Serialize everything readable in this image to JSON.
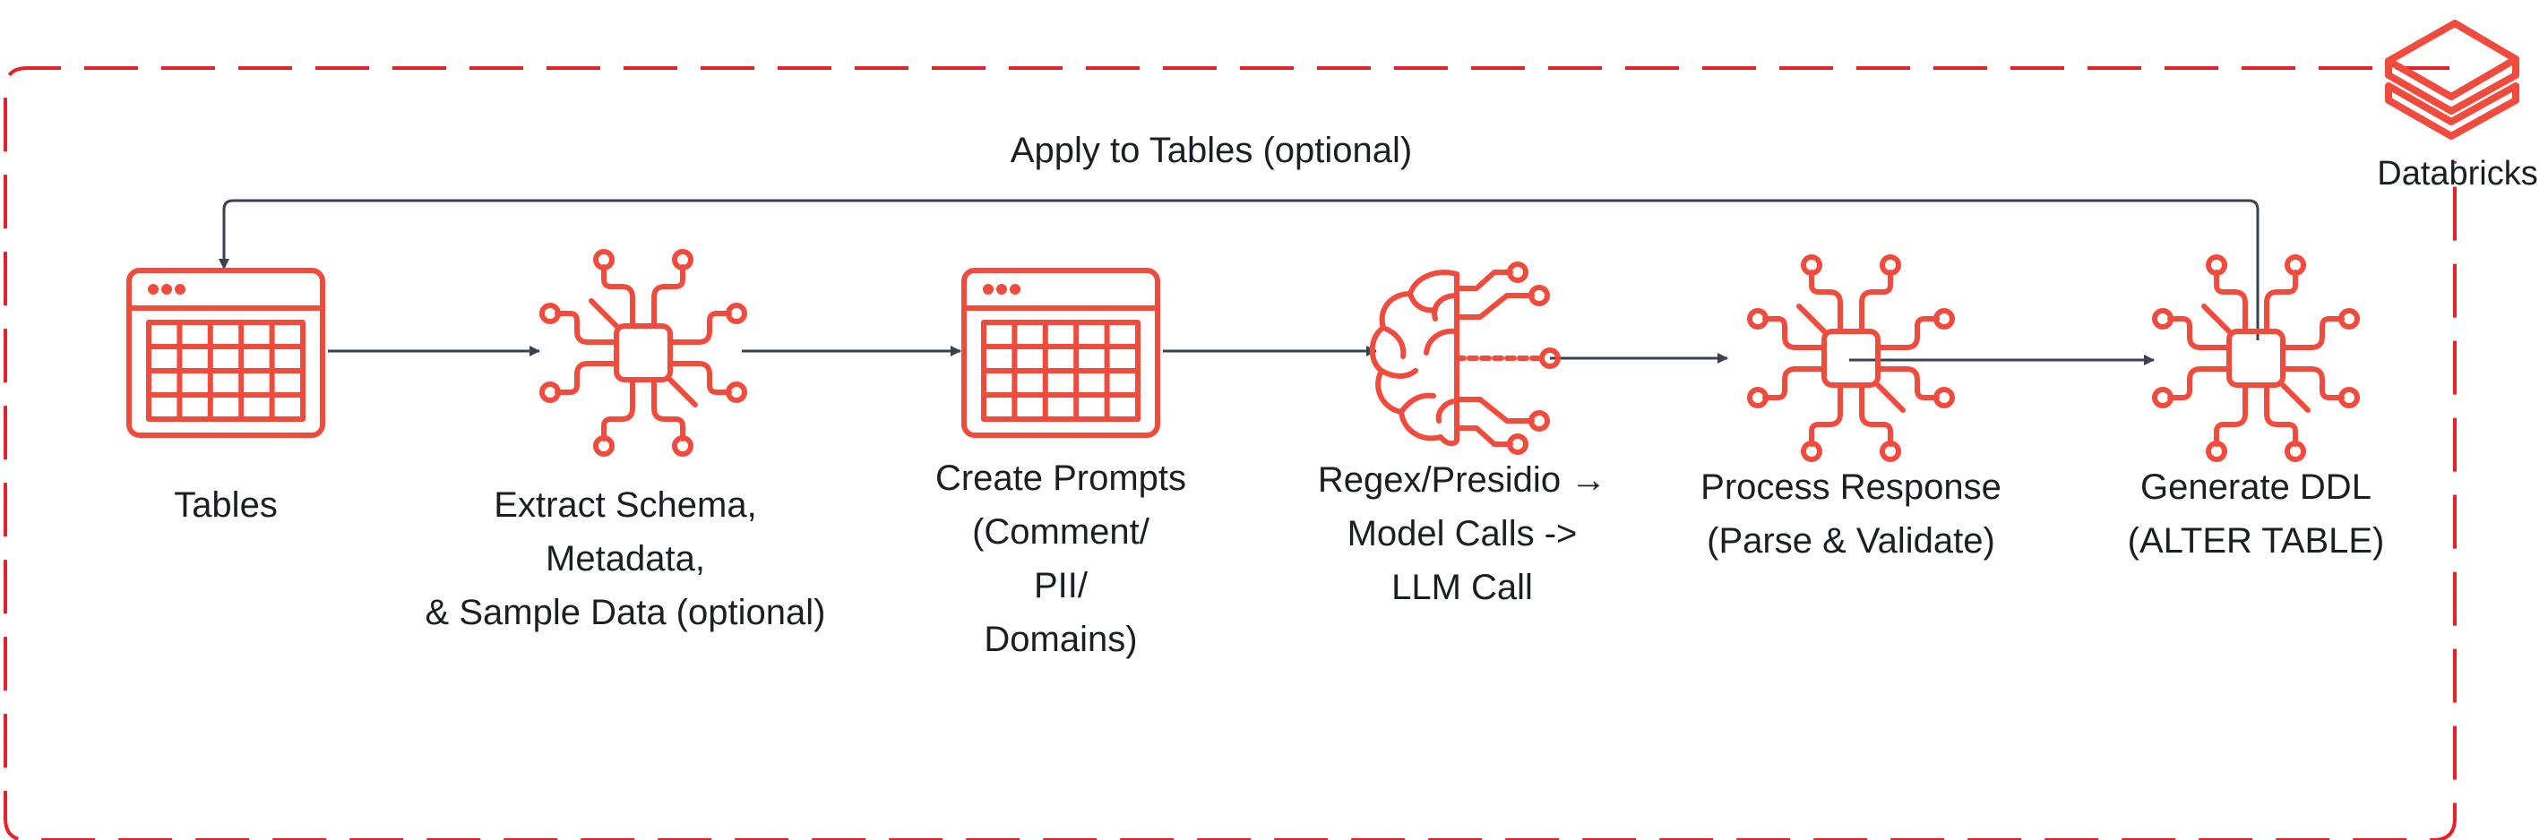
{
  "loop_label": "Apply to Tables (optional)",
  "brand": {
    "name": "Databricks",
    "icon": "databricks-logo-icon"
  },
  "colors": {
    "accent": "#f04b3c",
    "border": "#e8202a",
    "arrow": "#3a4250",
    "text": "#1b1f24"
  },
  "nodes": [
    {
      "id": "tables",
      "icon": "table-icon",
      "lines": [
        "Tables"
      ]
    },
    {
      "id": "extract",
      "icon": "ai-chip-icon",
      "lines": [
        "Extract Schema,",
        "Metadata,",
        "& Sample Data (optional)"
      ]
    },
    {
      "id": "prompts",
      "icon": "table-icon",
      "lines": [
        "Create Prompts",
        "(Comment/",
        "PII/",
        "Domains)"
      ]
    },
    {
      "id": "llm",
      "icon": "brain-circuit-icon",
      "lines": [
        "Regex/Presidio →",
        "Model Calls ->",
        "LLM Call"
      ]
    },
    {
      "id": "process",
      "icon": "ai-chip-icon",
      "lines": [
        "Process Response",
        "(Parse & Validate)"
      ]
    },
    {
      "id": "ddl",
      "icon": "ai-chip-icon",
      "lines": [
        "Generate DDL",
        "(ALTER TABLE)"
      ]
    }
  ]
}
